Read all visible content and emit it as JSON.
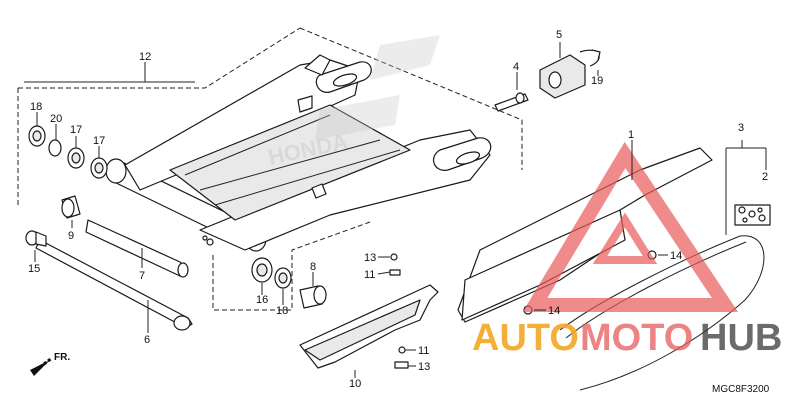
{
  "callouts": {
    "c1": "1",
    "c2": "2",
    "c3": "3",
    "c4": "4",
    "c5": "5",
    "c6": "6",
    "c7": "7",
    "c8": "8",
    "c9": "9",
    "c10": "10",
    "c11a": "11",
    "c11b": "11",
    "c12": "12",
    "c13a": "13",
    "c13b": "13",
    "c14a": "14",
    "c14b": "14",
    "c15": "15",
    "c16": "16",
    "c17a": "17",
    "c17b": "17",
    "c18a": "18",
    "c18b": "18",
    "c19": "19",
    "c20": "20"
  },
  "direction": {
    "label": "FR."
  },
  "diagram_code": "MGC8F3200",
  "watermark": {
    "part1": "AUTO",
    "part2": "MOTO",
    "part3": "HUB",
    "colors": {
      "auto": "#f5a623",
      "moto": "#e85a5a",
      "hub": "#3a3a3a",
      "triangle": "#e85a5a"
    }
  },
  "frame_logo": "HONDA"
}
